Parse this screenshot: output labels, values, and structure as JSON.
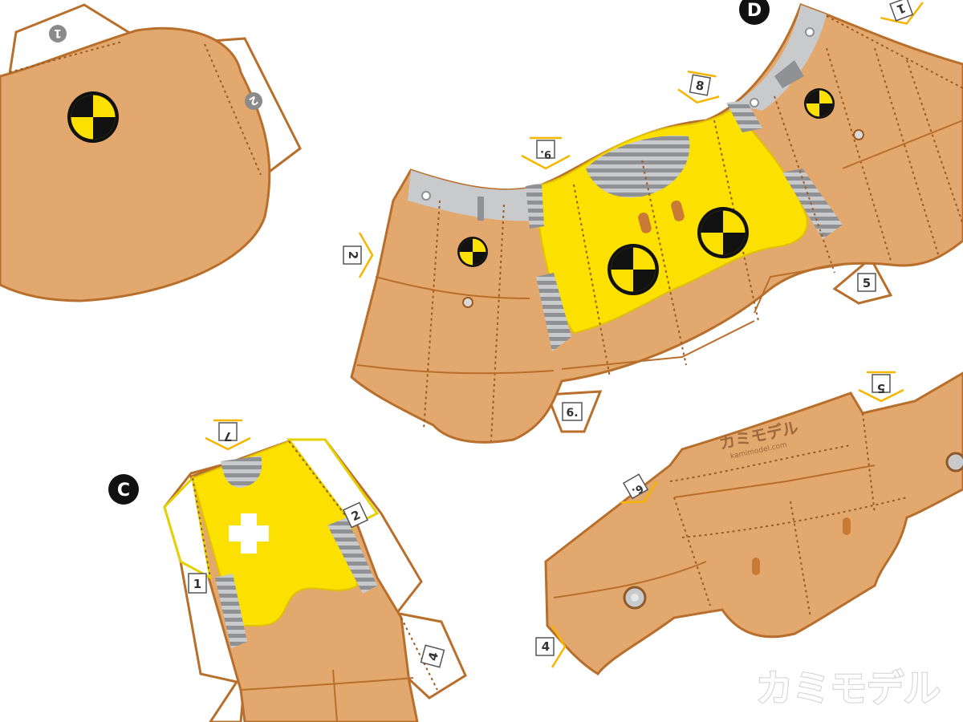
{
  "section_labels": {
    "c": "C",
    "d": "D"
  },
  "tab_numbers": {
    "t1": "1",
    "t2": "2",
    "t4": "4",
    "t5": "5",
    "t6": "6.",
    "t7": "7",
    "t8": "8",
    "t9": "9."
  },
  "watermark": {
    "name": "カミモデル",
    "url": "kamimodel.com"
  },
  "colors": {
    "skin": "#e2a86e",
    "outline": "#b86f2c",
    "fold": "#9c5b22",
    "yellow": "#fbe000",
    "stripe_dark": "#8f9194",
    "stripe_light": "#c8cacc",
    "arrow": "#f5b500"
  },
  "icons": [
    "crash-test-target-icon",
    "white-cross-icon",
    "glue-arrow-icon"
  ]
}
